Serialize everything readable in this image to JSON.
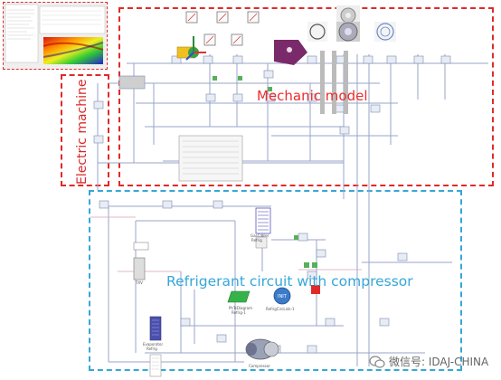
{
  "regions": {
    "mechanic_label": "Mechanic model",
    "electric_label": "Electric machine",
    "refrigerant_label": "Refrigerant circuit with compressor"
  },
  "components": {
    "gas_cooler": "GasCooler\nRefrig",
    "txv": "TXV",
    "evaporator": "Evaporator\nRefrig",
    "compressor": "Compressor\nRefrig",
    "ph_diagram": "PhTsDiagram\nRefrig-1",
    "refrig_circ": "RefrigCircLink-1"
  },
  "watermark": {
    "text": "微信号: IDAJ-CHINA"
  },
  "colors": {
    "red": "#e02a2a",
    "blue": "#35a7d8",
    "magenta": "#7a2a6a",
    "line": "#9aa6c8"
  }
}
